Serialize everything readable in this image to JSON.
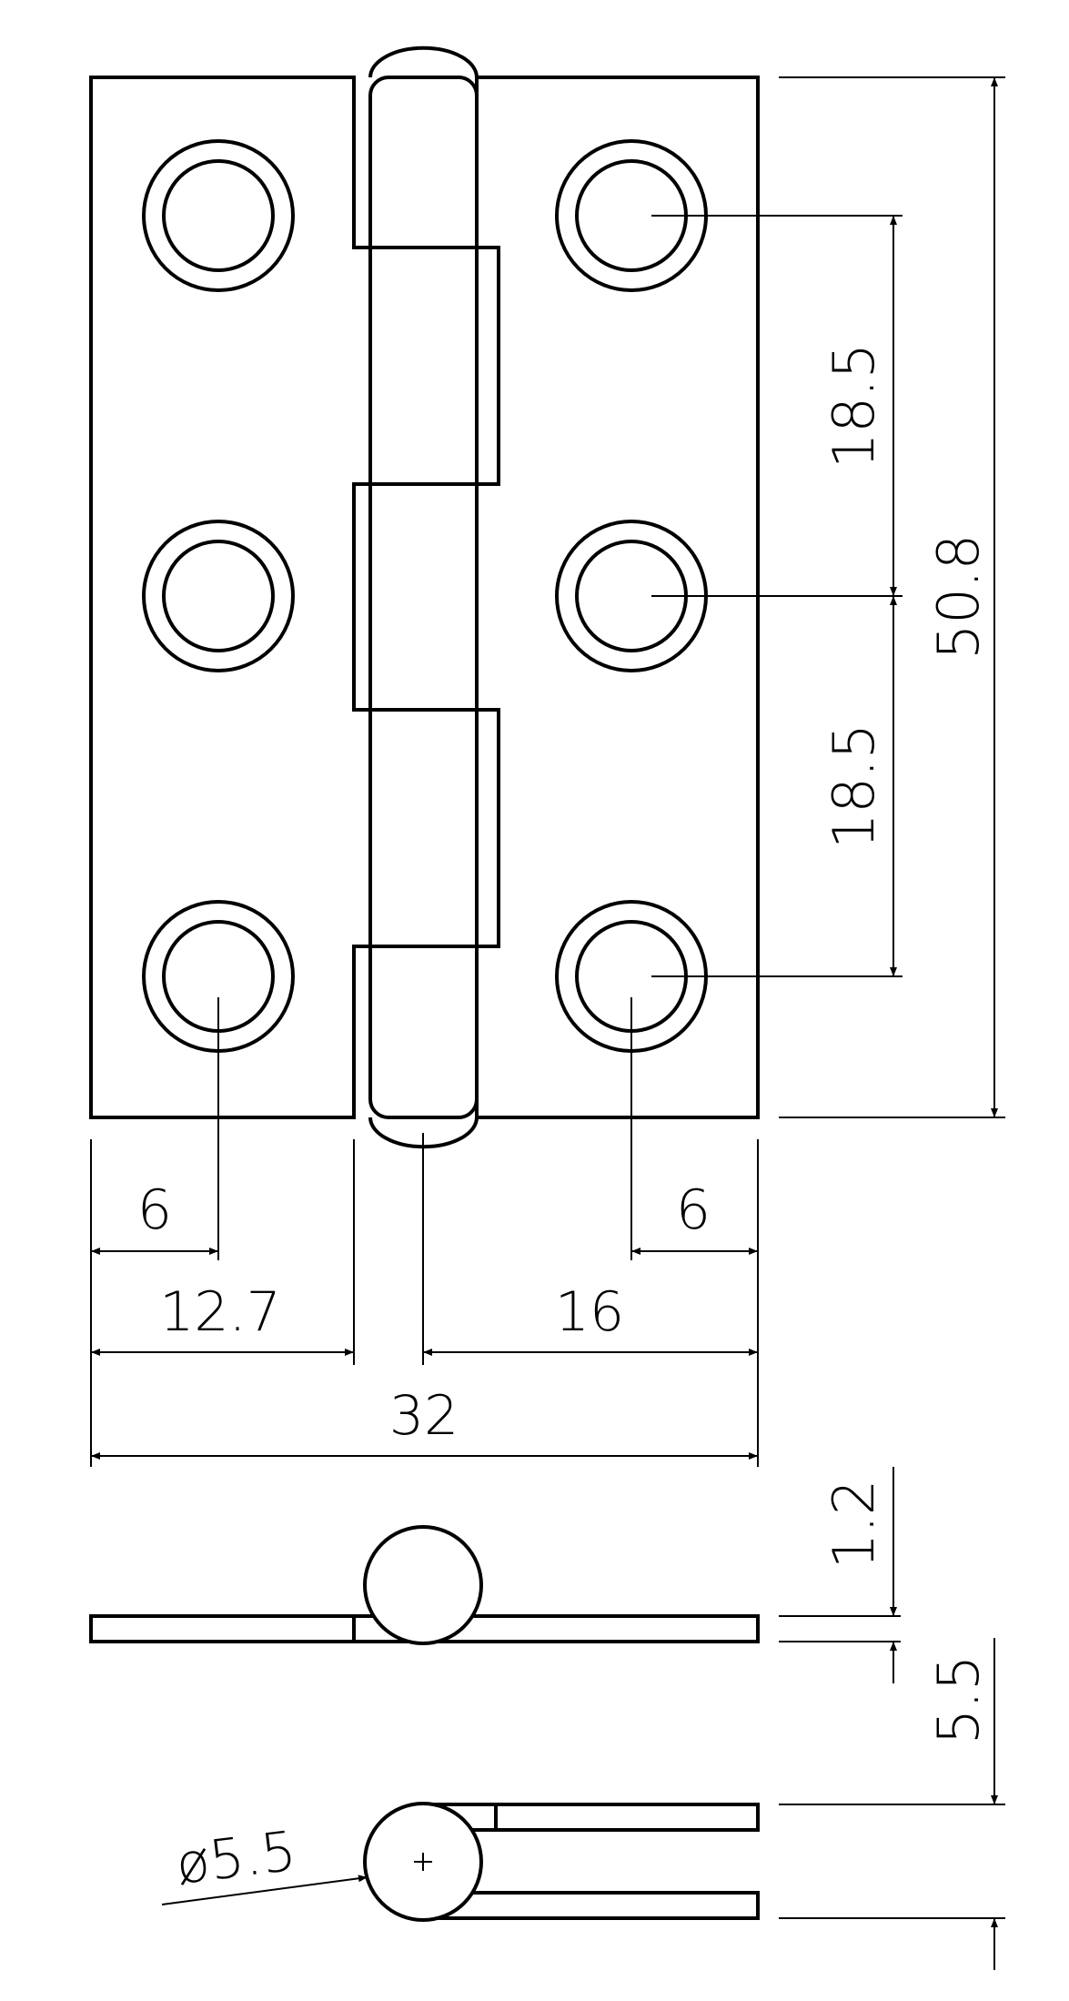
{
  "dimensions": {
    "hole_pitch_upper": "18.5",
    "hole_pitch_lower": "18.5",
    "overall_height": "50.8",
    "left_hole_edge": "6",
    "right_hole_edge": "6",
    "leaf_width": "12.7",
    "pin_to_edge": "16",
    "overall_width": "32",
    "leaf_thickness": "1.2",
    "folded_thickness": "5.5",
    "pin_diameter": "ø5.5"
  },
  "colors": {
    "line": "#000000",
    "hatch": "#b0b0b0",
    "background": "#ffffff"
  }
}
